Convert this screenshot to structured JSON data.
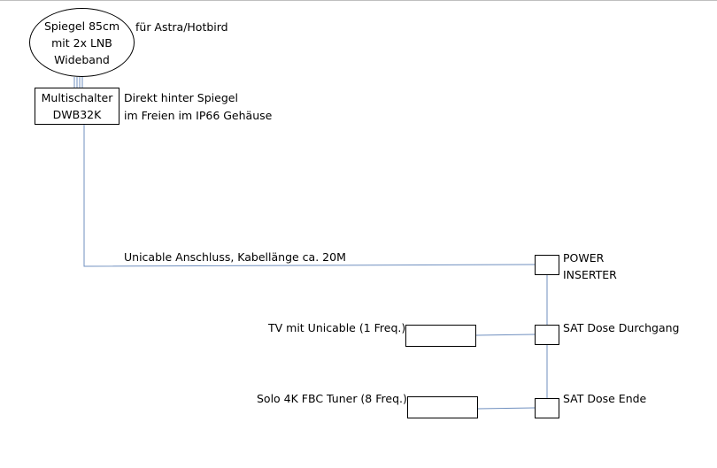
{
  "dish": {
    "line1": "Spiegel 85cm",
    "line2": "mit 2x LNB",
    "line3": "Wideband"
  },
  "dish_note": "für Astra/Hotbird",
  "multiswitch": {
    "line1": "Multischalter",
    "line2": "DWB32K"
  },
  "multiswitch_note": {
    "line1": "Direkt hinter Spiegel",
    "line2": "im Freien im IP66 Gehäuse"
  },
  "cable_label": "Unicable Anschluss, Kabellänge ca. 20M",
  "power_inserter": {
    "line1": "POWER",
    "line2": "INSERTER"
  },
  "sat_through": "SAT Dose Durchgang",
  "sat_end": "SAT Dose Ende",
  "tv_label": "TV mit Unicable (1 Freq.)",
  "solo_label": "Solo 4K FBC Tuner (8 Freq.)",
  "colors": {
    "wire": "#6f8fbf",
    "stroke": "#000000"
  }
}
